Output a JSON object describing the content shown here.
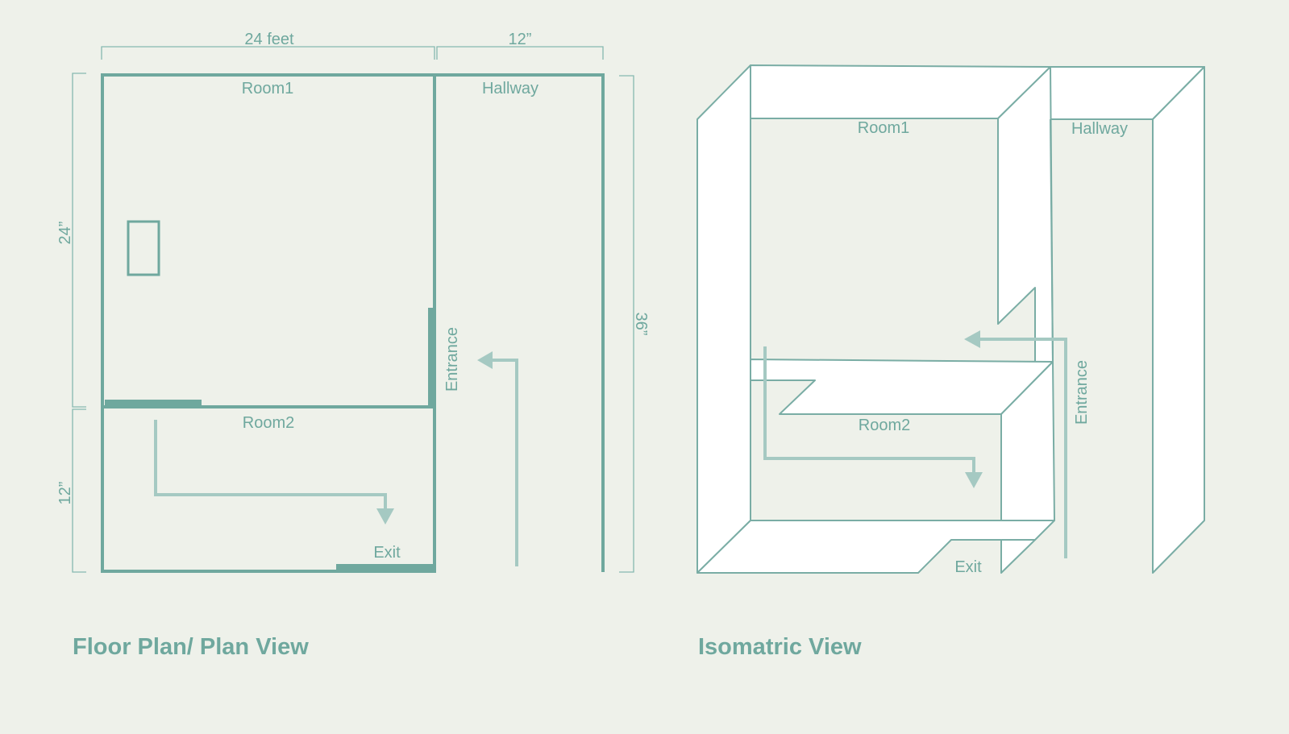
{
  "colors": {
    "background": "#eef1ea",
    "wall": "#6fa89e",
    "wall_light": "#86b9b0",
    "arrow": "#a5c9c2",
    "iso_fill": "#ffffff",
    "iso_stroke": "#7aada5"
  },
  "plan": {
    "title": "Floor Plan/ Plan View",
    "dim_top_left": "24 feet",
    "dim_top_right": "12”",
    "dim_left_upper": "24”",
    "dim_left_lower": "12”",
    "dim_right": "36”",
    "room1": "Room1",
    "room2": "Room2",
    "hallway": "Hallway",
    "entrance": "Entrance",
    "exit": "Exit"
  },
  "iso": {
    "title": "Isomatric View",
    "room1": "Room1",
    "room2": "Room2",
    "hallway": "Hallway",
    "entrance": "Entrance",
    "exit": "Exit"
  }
}
